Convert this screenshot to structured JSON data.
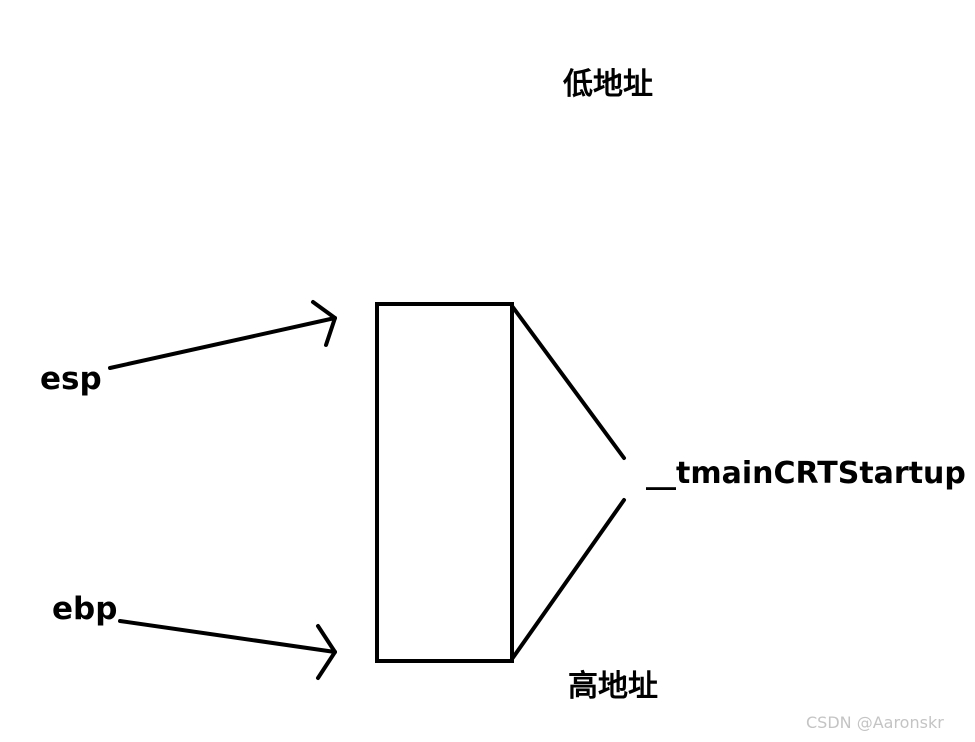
{
  "labels": {
    "low_address": "低地址",
    "high_address": "高地址",
    "esp": "esp",
    "ebp": "ebp",
    "function_name": "__tmainCRTStartup"
  },
  "watermark": "CSDN @Aaronskr",
  "colors": {
    "stroke": "#000000",
    "background": "#ffffff",
    "watermark": "#c4c4c4"
  }
}
